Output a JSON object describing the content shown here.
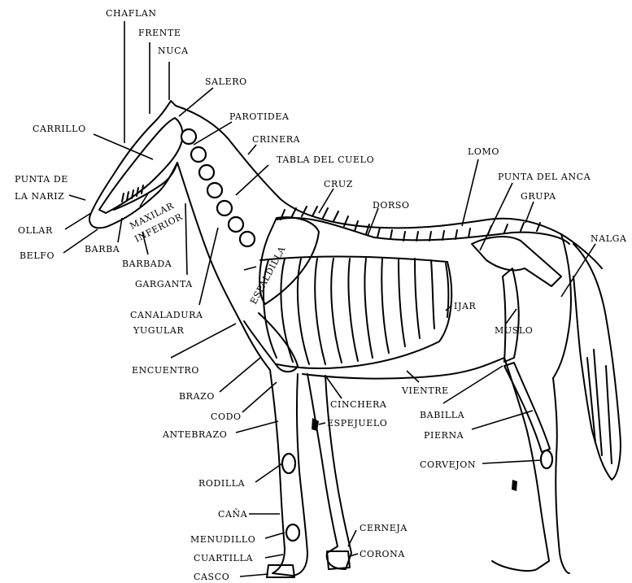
{
  "labels": {
    "chaflan": "CHAFLAN",
    "frente": "FRENTE",
    "nuca": "NUCA",
    "salero": "SALERO",
    "carrillo": "CARRILLO",
    "parotidea": "PAROTIDEA",
    "crinera": "CRINERA",
    "tabla_del_cuello": "TABLA DEL CUELO",
    "punta_de_la_nariz_1": "PUNTA DE",
    "punta_de_la_nariz_2": "LA NARIZ",
    "ollar": "OLLAR",
    "belfo": "BELFO",
    "barba": "BARBA",
    "maxilar_inferior_1": "MAXILAR",
    "maxilar_inferior_2": "INFERIOR",
    "barbada": "BARBADA",
    "garganta": "GARGANTA",
    "canaladura_1": "CANALADURA",
    "canaladura_2": "YUGULAR",
    "encuentro": "ENCUENTRO",
    "brazo": "BRAZO",
    "codo": "CODO",
    "antebrazo": "ANTEBRAZO",
    "rodilla": "RODILLA",
    "cana": "CAÑA",
    "menudillo": "MENUDILLO",
    "cuartilla": "CUARTILLA",
    "casco": "CASCO",
    "cruz": "CRUZ",
    "dorso": "DORSO",
    "lomo": "LOMO",
    "punta_del_anca": "PUNTA DEL ANCA",
    "grupa": "GRUPA",
    "nalga": "NALGA",
    "ijar": "IJAR",
    "muslo": "MUSLO",
    "espaldilla": "ESPALDILLA",
    "cinchera": "CINCHERA",
    "vientre": "VIENTRE",
    "espejuelo": "ESPEJUELO",
    "babilla": "BABILLA",
    "pierna": "PIERNA",
    "corvejon": "CORVEJON",
    "cerneja": "CERNEJA",
    "corona": "CORONA"
  }
}
